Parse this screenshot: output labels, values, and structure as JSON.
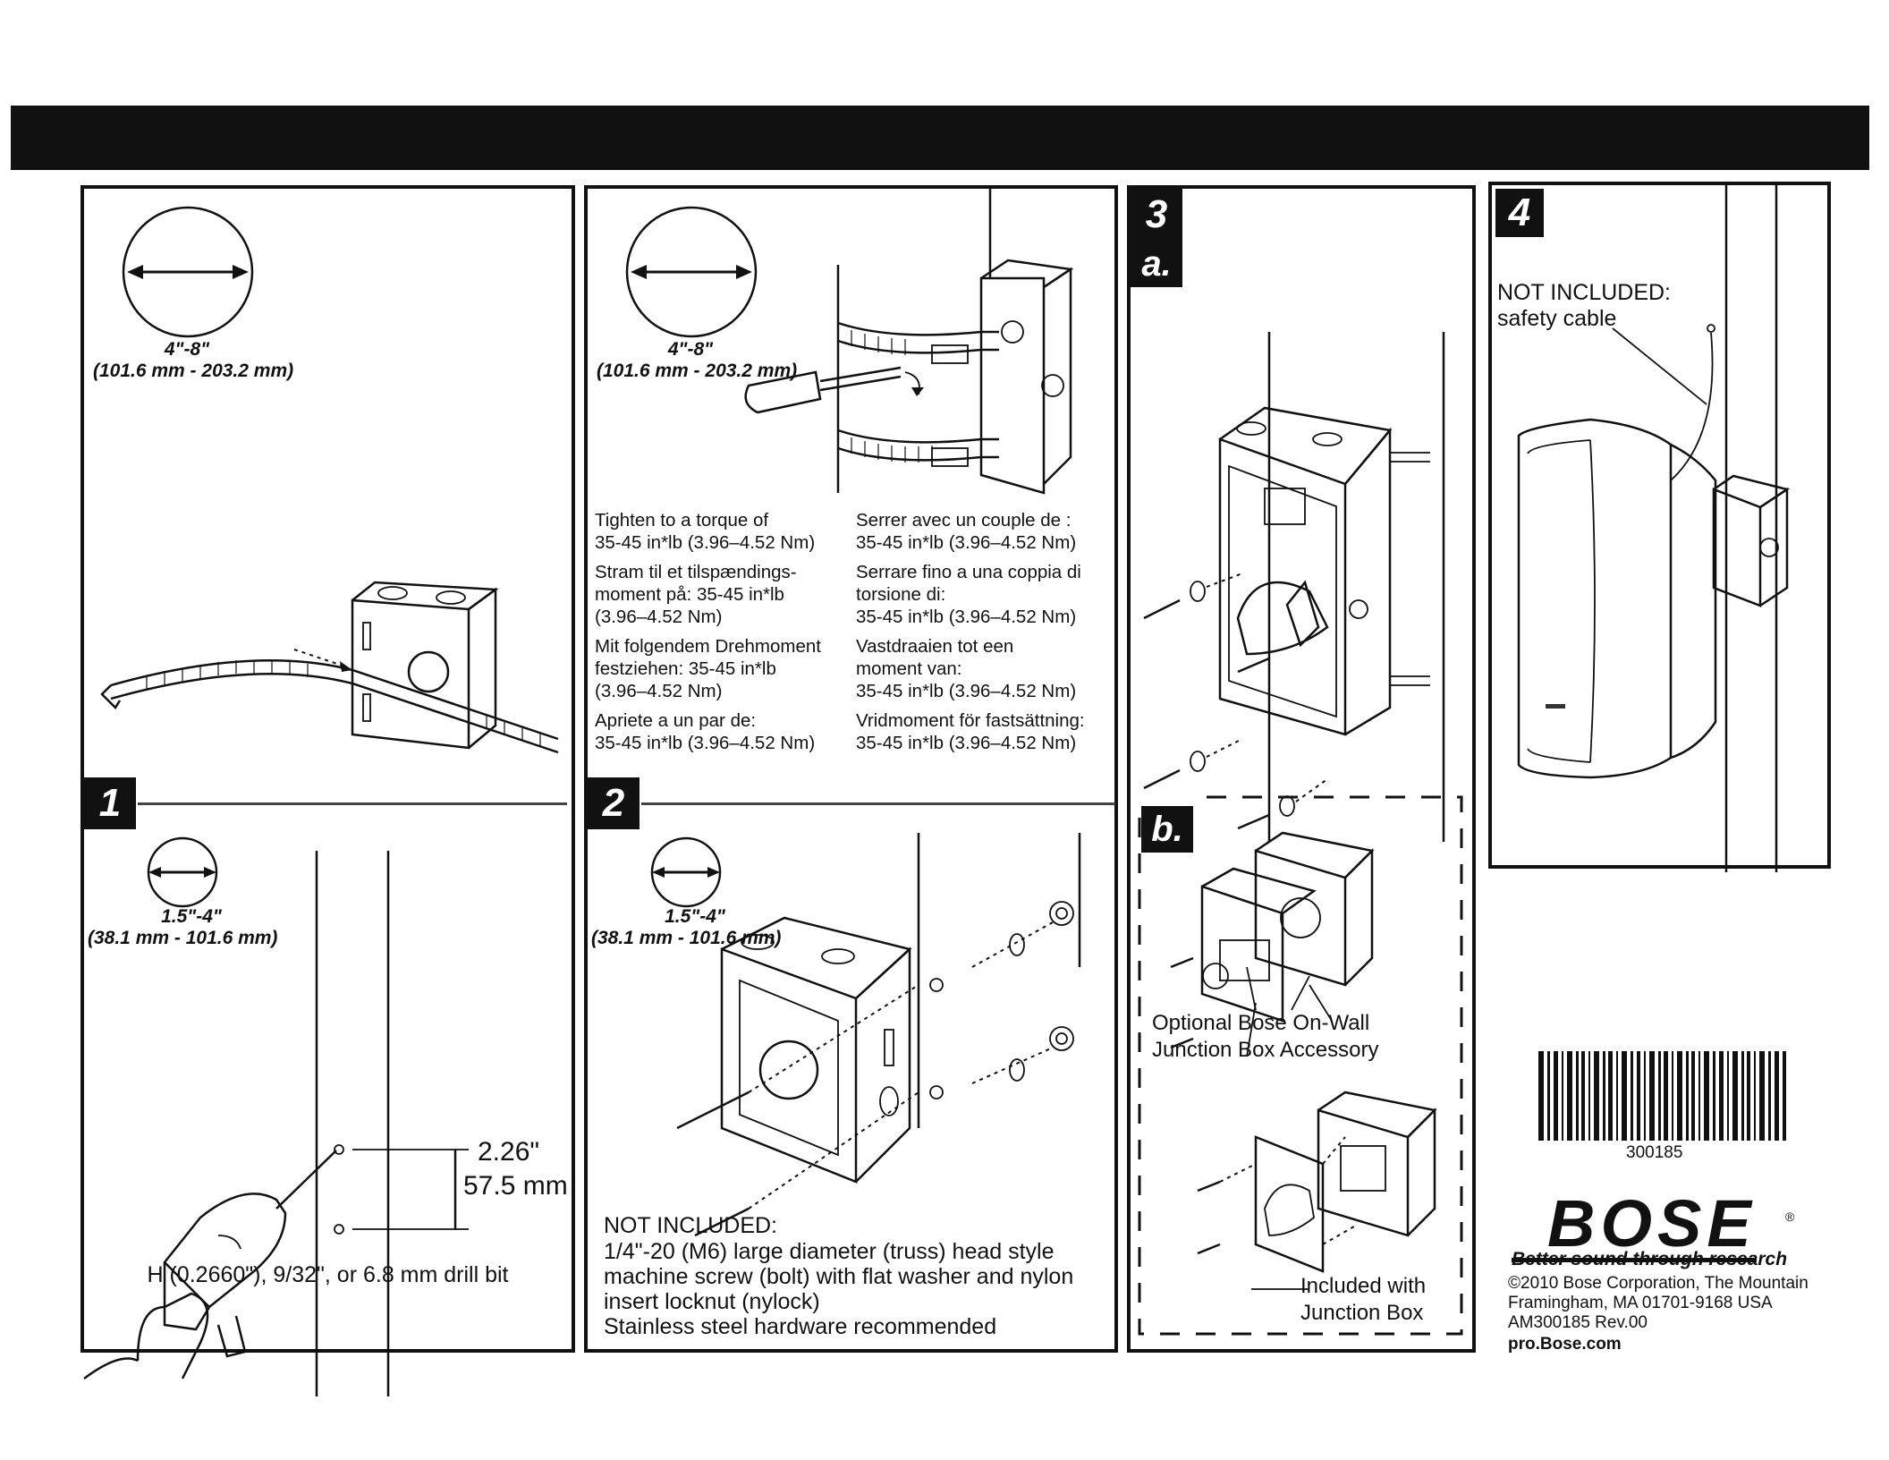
{
  "panel1": {
    "pole_range_large": "4\"-8\"",
    "pole_range_large_mm": "(101.6 mm - 203.2 mm)",
    "step": "1",
    "pole_range_small": "1.5\"-4\"",
    "pole_range_small_mm": "(38.1 mm - 101.6 mm)",
    "hole_spacing_in": "2.26\"",
    "hole_spacing_mm": "57.5 mm",
    "drill_bit": "H (0.2660\"), 9/32\", or 6.8 mm drill bit"
  },
  "panel2": {
    "pole_range_large": "4\"-8\"",
    "pole_range_large_mm": "(101.6 mm - 203.2 mm)",
    "torque": [
      "Tighten to a torque of\n35-45 in*lb (3.96–4.52 Nm)",
      "Serrer avec un couple de :\n35-45 in*lb (3.96–4.52 Nm)",
      "Stram til et tilspændings-\nmoment på: 35-45 in*lb\n(3.96–4.52 Nm)",
      "Serrare fino a una coppia di\ntorsione di:\n35-45 in*lb (3.96–4.52 Nm)",
      "Mit folgendem Drehmoment\nfestziehen: 35-45 in*lb\n(3.96–4.52 Nm)",
      "Vastdraaien tot een\nmoment van:\n35-45 in*lb (3.96–4.52 Nm)",
      "Apriete a un par de:\n35-45 in*lb (3.96–4.52 Nm)",
      "Vridmoment för fastsättning:\n35-45 in*lb (3.96–4.52 Nm)"
    ],
    "step": "2",
    "pole_range_small": "1.5\"-4\"",
    "pole_range_small_mm": "(38.1 mm - 101.6 mm)",
    "not_included_title": "NOT INCLUDED:",
    "not_included_text": "1/4\"-20 (M6) large diameter (truss) head style\nmachine screw (bolt) with flat washer and nylon\ninsert locknut (nylock)\nStainless steel hardware recommended"
  },
  "panel3": {
    "step": "3",
    "sub_a": "a.",
    "sub_b": "b.",
    "optional_accessory": "Optional Bose On-Wall\nJunction Box Accessory",
    "included_with": "Included with\nJunction Box"
  },
  "panel4": {
    "step": "4",
    "not_included_title": "NOT INCLUDED:",
    "safety_cable": "safety cable"
  },
  "footer": {
    "barcode_number": "300185",
    "logo": "BOSE",
    "tagline": "Better sound through research",
    "copyright": "©2010 Bose Corporation, The Mountain\nFramingham, MA 01701-9168 USA\nAM300185 Rev.00",
    "website": "pro.Bose.com"
  }
}
